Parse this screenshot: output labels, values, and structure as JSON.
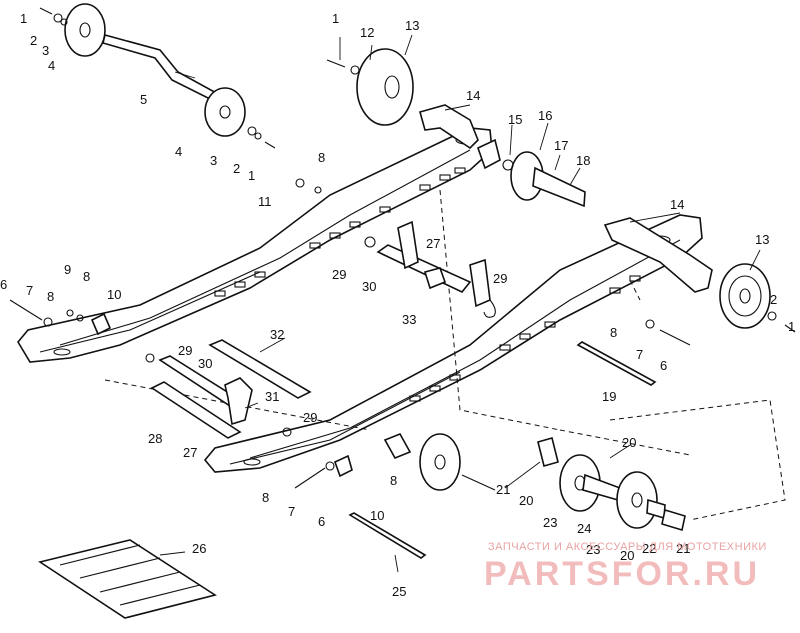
{
  "watermark": {
    "caption": "ЗАПЧАСТИ И АКСЕССУАРЫ ДЛЯ МОТОТЕХНИКИ",
    "brand": "PARTSFOR.RU"
  },
  "callouts": [
    "1",
    "2",
    "3",
    "4",
    "5",
    "4",
    "3",
    "2",
    "1",
    "1",
    "12",
    "13",
    "14",
    "15",
    "16",
    "17",
    "18",
    "8",
    "11",
    "14",
    "13",
    "2",
    "1",
    "6",
    "7",
    "8",
    "9",
    "8",
    "10",
    "29",
    "30",
    "27",
    "33",
    "29",
    "32",
    "29",
    "30",
    "31",
    "28",
    "27",
    "29",
    "8",
    "7",
    "6",
    "19",
    "20",
    "21",
    "20",
    "23",
    "24",
    "23",
    "20",
    "22",
    "21",
    "8",
    "10",
    "26",
    "25",
    "8",
    "7",
    "6"
  ]
}
